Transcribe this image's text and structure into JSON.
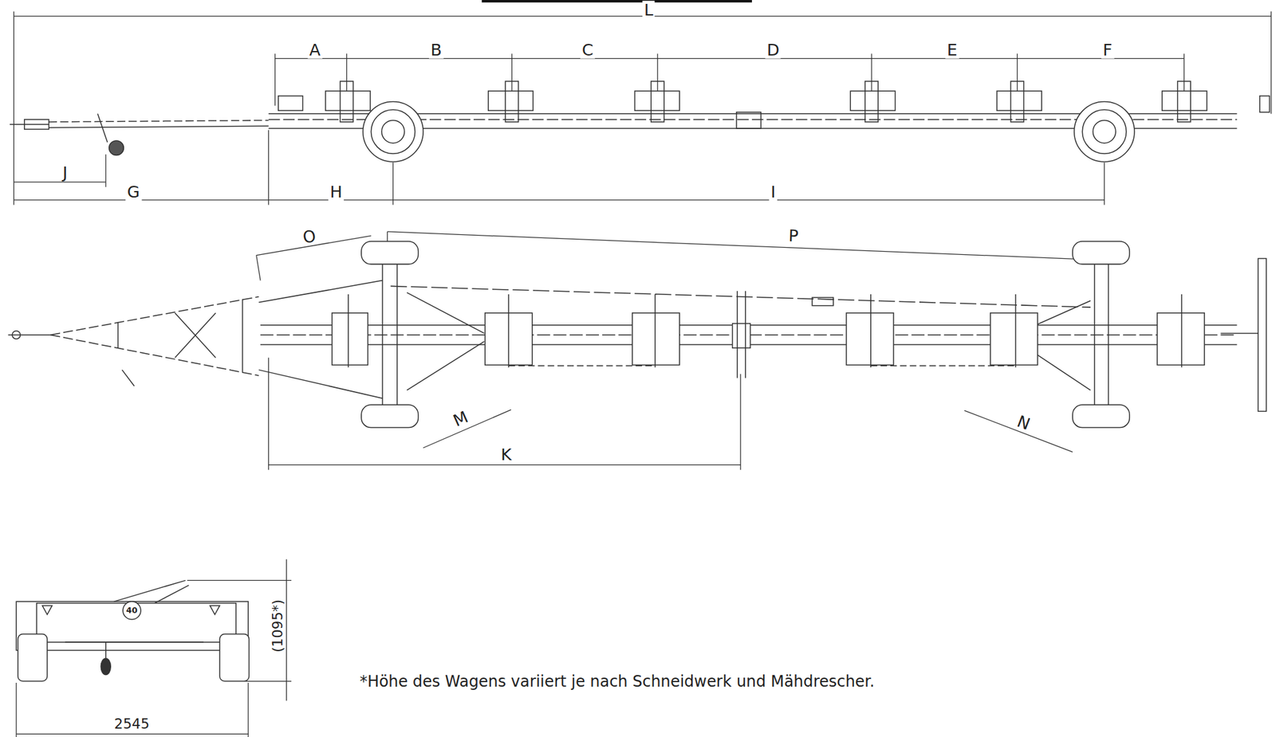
{
  "diagram": {
    "labels": [
      "L",
      "A",
      "B",
      "C",
      "D",
      "E",
      "F",
      "J",
      "G",
      "H",
      "I",
      "O",
      "P",
      "M",
      "K",
      "N",
      "40",
      "(1095*)",
      "2545",
      "*Höhe des Wagens variiert je nach Schneidwerk und Mähdrescher."
    ]
  }
}
